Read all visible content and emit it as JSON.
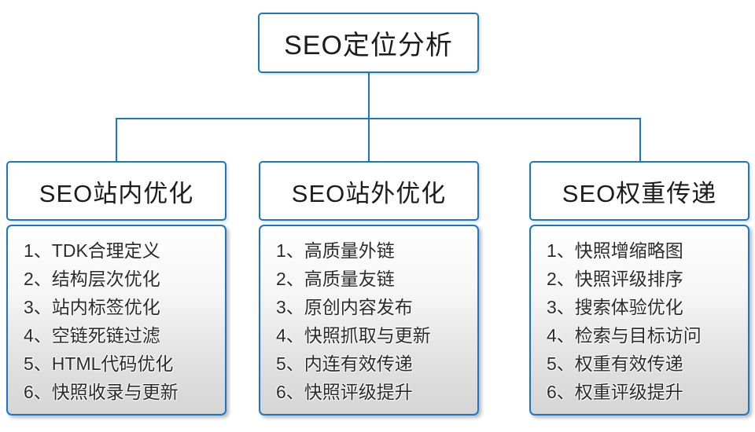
{
  "colors": {
    "accent": "#1b76c8",
    "list_text": "#2b2b2b",
    "box_fill_top": "#ffffff",
    "box_fill_bottom": "#d5d5d5"
  },
  "root": {
    "title": "SEO定位分析"
  },
  "branches": [
    {
      "title": "SEO站内优化",
      "items": [
        "1、TDK合理定义",
        "2、结构层次优化",
        "3、站内标签优化",
        "4、空链死链过滤",
        "5、HTML代码优化",
        "6、快照收录与更新"
      ]
    },
    {
      "title": "SEO站外优化",
      "items": [
        "1、高质量外链",
        "2、高质量友链",
        "3、原创内容发布",
        "4、快照抓取与更新",
        "5、内连有效传递",
        "6、快照评级提升"
      ]
    },
    {
      "title": "SEO权重传递",
      "items": [
        "1、快照增缩略图",
        "2、快照评级排序",
        "3、搜索体验优化",
        "4、检索与目标访问",
        "5、权重有效传递",
        "6、权重评级提升"
      ]
    }
  ]
}
